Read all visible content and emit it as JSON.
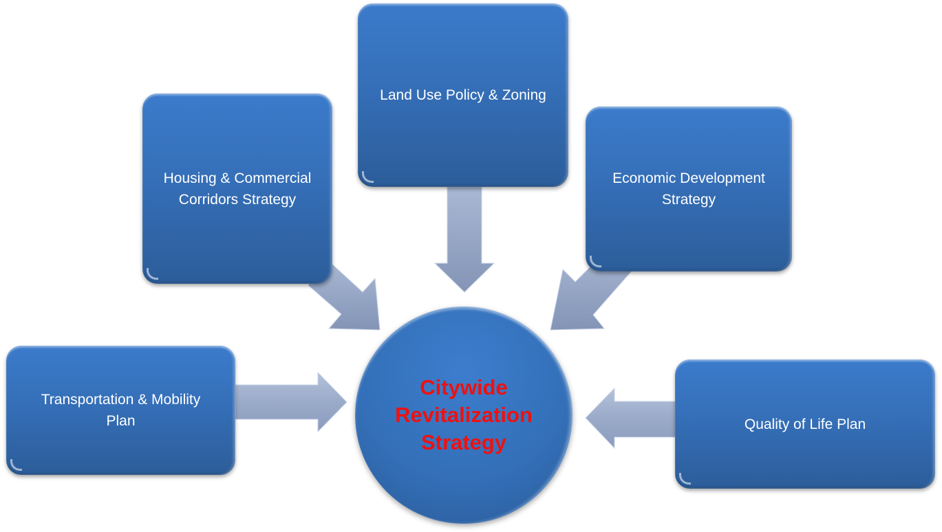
{
  "diagram": {
    "center": {
      "lines": [
        "Citywide",
        "Revitalization",
        "Strategy"
      ],
      "text_color": "#ee1111"
    },
    "nodes": [
      {
        "id": "land-use",
        "lines": [
          "Land Use Policy & Zoning"
        ]
      },
      {
        "id": "housing",
        "lines": [
          "Housing & Commercial",
          "Corridors Strategy"
        ]
      },
      {
        "id": "economic",
        "lines": [
          "Economic Development",
          "Strategy"
        ]
      },
      {
        "id": "transportation",
        "lines": [
          "Transportation & Mobility",
          "Plan"
        ]
      },
      {
        "id": "quality-of-life",
        "lines": [
          "Quality of Life Plan"
        ]
      }
    ],
    "arrows": [
      {
        "from": "land-use",
        "to": "center",
        "direction": "down"
      },
      {
        "from": "housing",
        "to": "center",
        "direction": "down-right"
      },
      {
        "from": "economic",
        "to": "center",
        "direction": "down-left"
      },
      {
        "from": "transportation",
        "to": "center",
        "direction": "right"
      },
      {
        "from": "quality-of-life",
        "to": "center",
        "direction": "left"
      }
    ],
    "colors": {
      "box_fill": "#3572be",
      "arrow_fill": "#95a6c4",
      "text": "#ffffff"
    }
  }
}
